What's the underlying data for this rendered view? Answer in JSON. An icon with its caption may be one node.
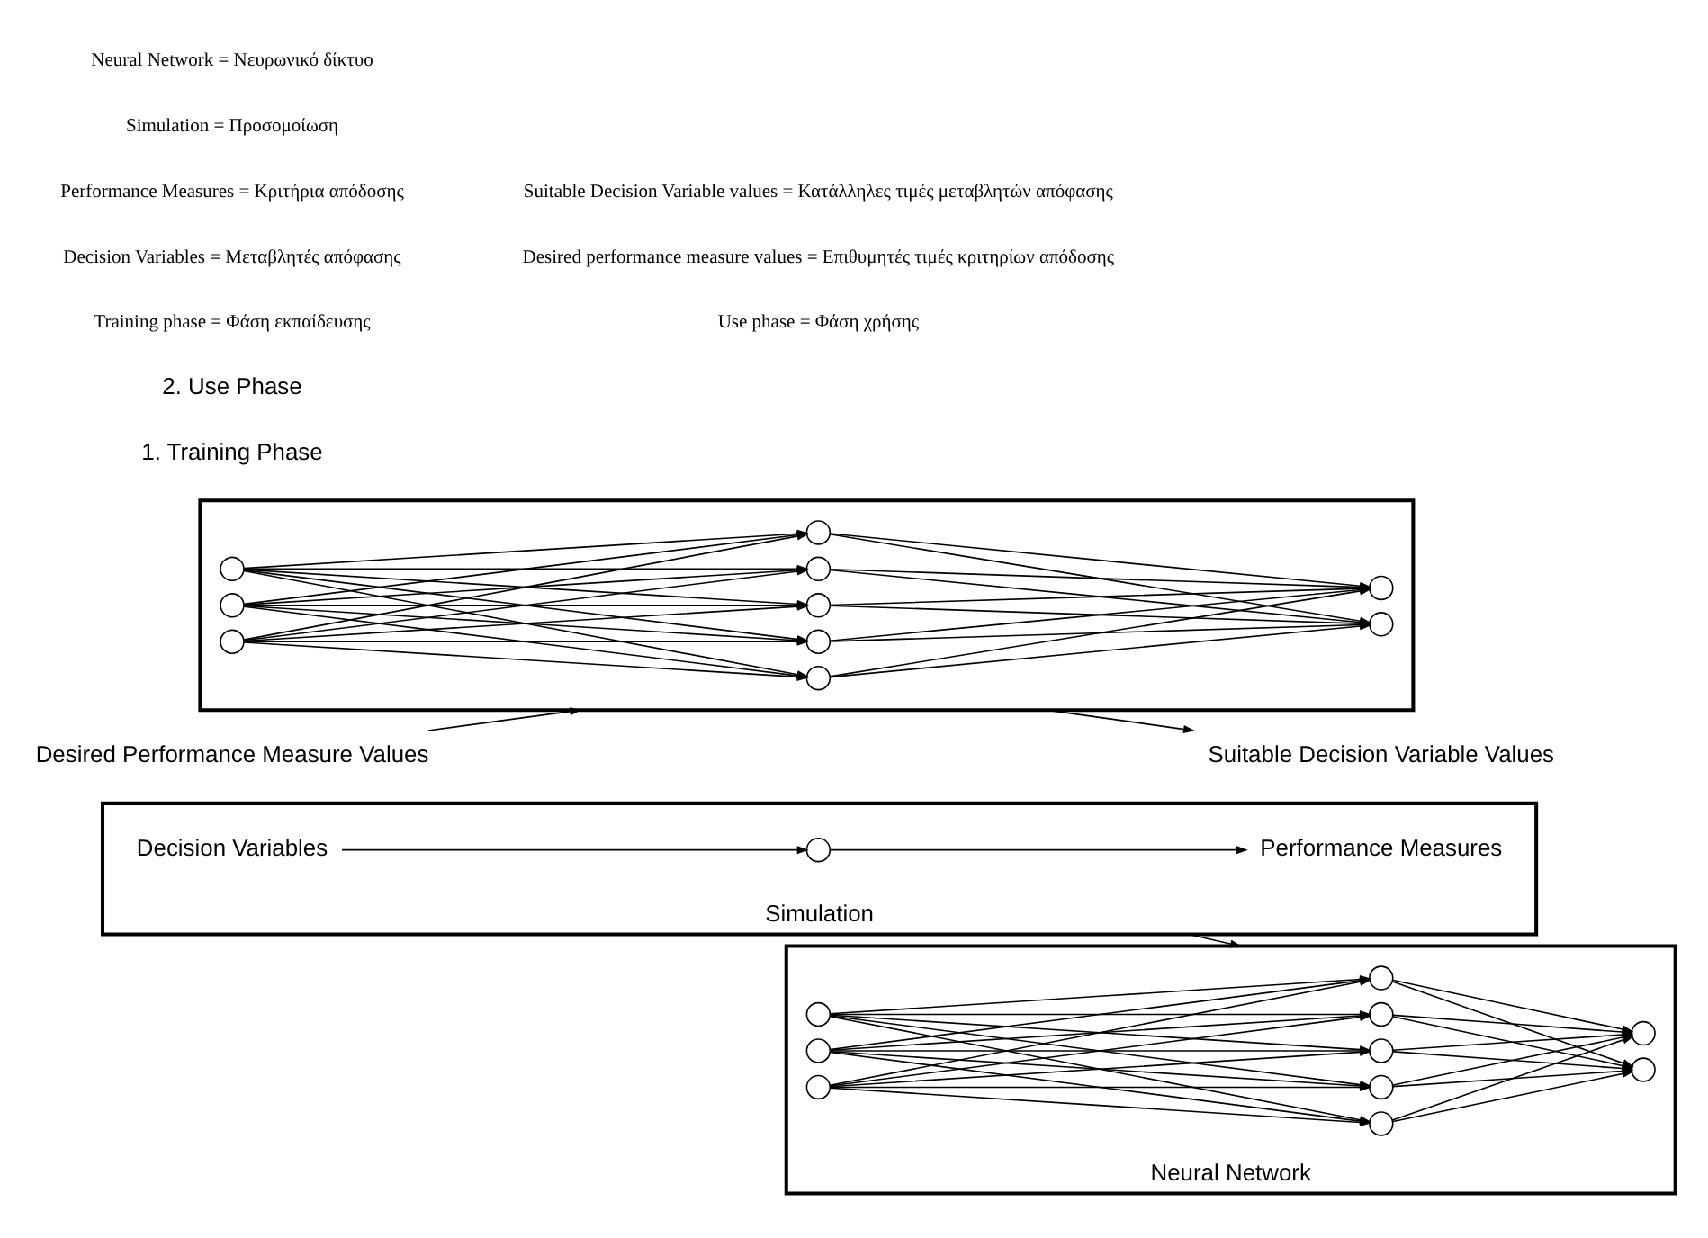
{
  "diagram": {
    "nodes": [
      {
        "text": [
          "Simulation"
        ]
      },
      {
        "text": [
          "Decision Variables"
        ],
        "in": 0
      },
      {
        "text": [],
        "shape": "circle",
        "in": 0
      },
      {
        "text": [
          "Performance Measures"
        ],
        "in": 0
      },
      {
        "text": [
          "Neural Network"
        ]
      },
      {
        "text": [],
        "shape": "circle",
        "in": 4
      },
      {
        "text": [],
        "shape": "circle",
        "in": 4
      },
      {
        "text": [],
        "shape": "circle",
        "in": 4
      },
      {
        "text": [],
        "shape": "circle",
        "in": 4
      },
      {
        "text": [],
        "shape": "circle",
        "in": 4
      },
      {
        "text": [],
        "shape": "circle",
        "in": 4
      },
      {
        "text": [],
        "shape": "circle",
        "in": 4
      },
      {
        "text": [],
        "shape": "circle",
        "in": 4
      },
      {
        "text": [],
        "shape": "circle",
        "in": 4
      },
      {
        "text": [],
        "shape": "circle",
        "in": 4
      },
      {
        "text": [],
        "shape": "box"
      },
      {
        "text": [],
        "shape": "circle",
        "in": 15
      },
      {
        "text": [],
        "shape": "circle",
        "in": 15
      },
      {
        "text": [],
        "shape": "circle",
        "in": 15
      },
      {
        "text": [],
        "shape": "circle",
        "in": 15
      },
      {
        "text": [],
        "shape": "circle",
        "in": 15
      },
      {
        "text": [],
        "shape": "circle",
        "in": 15
      },
      {
        "text": [],
        "shape": "circle",
        "in": 15
      },
      {
        "text": [],
        "shape": "circle",
        "in": 15
      },
      {
        "text": [],
        "shape": "circle",
        "in": 15
      },
      {
        "text": [],
        "shape": "circle",
        "in": 15
      },
      {
        "text": [
          "Desired Performance Measure Values"
        ]
      },
      {
        "text": [
          "Suitable Decision Variable Values"
        ]
      }
    ],
    "edges": [
      {
        "from": 1,
        "to": 2,
        "arrow": "to"
      },
      {
        "from": 2,
        "to": 3,
        "arrow": "to"
      },
      {
        "from": 0,
        "to": 4,
        "arrow": "to"
      },
      {
        "from": 5,
        "to": 8,
        "arrow": "to"
      },
      {
        "from": 5,
        "to": 9,
        "arrow": "to"
      },
      {
        "from": 5,
        "to": 10,
        "arrow": "to"
      },
      {
        "from": 5,
        "to": 11,
        "arrow": "to"
      },
      {
        "from": 5,
        "to": 12,
        "arrow": "to"
      },
      {
        "from": 6,
        "to": 8,
        "arrow": "to"
      },
      {
        "from": 6,
        "to": 9,
        "arrow": "to"
      },
      {
        "from": 6,
        "to": 10,
        "arrow": "to"
      },
      {
        "from": 6,
        "to": 11,
        "arrow": "to"
      },
      {
        "from": 6,
        "to": 12,
        "arrow": "to"
      },
      {
        "from": 7,
        "to": 8,
        "arrow": "to"
      },
      {
        "from": 7,
        "to": 9,
        "arrow": "to"
      },
      {
        "from": 7,
        "to": 10,
        "arrow": "to"
      },
      {
        "from": 7,
        "to": 11,
        "arrow": "to"
      },
      {
        "from": 7,
        "to": 12,
        "arrow": "to"
      },
      {
        "from": 8,
        "to": 13,
        "arrow": "to"
      },
      {
        "from": 8,
        "to": 14,
        "arrow": "to"
      },
      {
        "from": 9,
        "to": 13,
        "arrow": "to"
      },
      {
        "from": 9,
        "to": 14,
        "arrow": "to"
      },
      {
        "from": 10,
        "to": 13,
        "arrow": "to"
      },
      {
        "from": 10,
        "to": 14,
        "arrow": "to"
      },
      {
        "from": 11,
        "to": 13,
        "arrow": "to"
      },
      {
        "from": 11,
        "to": 14,
        "arrow": "to"
      },
      {
        "from": 12,
        "to": 13,
        "arrow": "to"
      },
      {
        "from": 12,
        "to": 14,
        "arrow": "to"
      },
      {
        "from": 26,
        "to": 15,
        "arrow": "to"
      },
      {
        "from": 15,
        "to": 27,
        "arrow": "to"
      },
      {
        "from": 16,
        "to": 19,
        "arrow": "to"
      },
      {
        "from": 16,
        "to": 20,
        "arrow": "to"
      },
      {
        "from": 16,
        "to": 21,
        "arrow": "to"
      },
      {
        "from": 16,
        "to": 22,
        "arrow": "to"
      },
      {
        "from": 16,
        "to": 23,
        "arrow": "to"
      },
      {
        "from": 17,
        "to": 19,
        "arrow": "to"
      },
      {
        "from": 17,
        "to": 20,
        "arrow": "to"
      },
      {
        "from": 17,
        "to": 21,
        "arrow": "to"
      },
      {
        "from": 17,
        "to": 22,
        "arrow": "to"
      },
      {
        "from": 17,
        "to": 23,
        "arrow": "to"
      },
      {
        "from": 18,
        "to": 19,
        "arrow": "to"
      },
      {
        "from": 18,
        "to": 20,
        "arrow": "to"
      },
      {
        "from": 18,
        "to": 21,
        "arrow": "to"
      },
      {
        "from": 18,
        "to": 22,
        "arrow": "to"
      },
      {
        "from": 18,
        "to": 23,
        "arrow": "to"
      },
      {
        "from": 19,
        "to": 24,
        "arrow": "to"
      },
      {
        "from": 19,
        "to": 25,
        "arrow": "to"
      },
      {
        "from": 20,
        "to": 24,
        "arrow": "to"
      },
      {
        "from": 20,
        "to": 25,
        "arrow": "to"
      },
      {
        "from": 21,
        "to": 24,
        "arrow": "to"
      },
      {
        "from": 21,
        "to": 25,
        "arrow": "to"
      },
      {
        "from": 22,
        "to": 24,
        "arrow": "to"
      },
      {
        "from": 22,
        "to": 25,
        "arrow": "to"
      },
      {
        "from": 23,
        "to": 24,
        "arrow": "to"
      },
      {
        "from": 23,
        "to": 25,
        "arrow": "to"
      }
    ],
    "labels": [
      "1. Training Phase",
      "2. Use Phase",
      "Training phase = Φάση εκπαίδευσης",
      "Decision Variables = Μεταβλητές απόφασης",
      "Performance Measures = Κριτήρια απόδοσης",
      "Simulation = Προσομοίωση",
      "Neural Network = Νευρωνικό δίκτυο",
      "Use phase = Φάση χρήσης",
      "Desired performance measure values = Επιθυμητές τιμές κριτηρίων απόδοσης",
      "Suitable Decision Variable values = Κατάλληλες τιμές μεταβλητών απόφασης"
    ]
  }
}
